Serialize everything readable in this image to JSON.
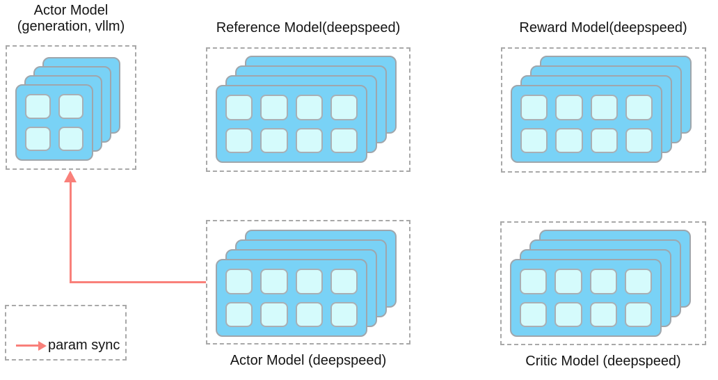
{
  "models": [
    {
      "id": "actor-vllm",
      "label_lines": [
        "Actor Model",
        "(generation, vllm)"
      ],
      "label_position": "top",
      "num_cards": 4,
      "grid_rows": 2,
      "grid_cols": 2
    },
    {
      "id": "reference",
      "label_lines": [
        "Reference Model(deepspeed)"
      ],
      "label_position": "top",
      "num_cards": 4,
      "grid_rows": 2,
      "grid_cols": 4
    },
    {
      "id": "reward",
      "label_lines": [
        "Reward Model(deepspeed)"
      ],
      "label_position": "top",
      "num_cards": 4,
      "grid_rows": 2,
      "grid_cols": 4
    },
    {
      "id": "actor-deepspeed",
      "label_lines": [
        "Actor Model (deepspeed)"
      ],
      "label_position": "bottom",
      "num_cards": 4,
      "grid_rows": 2,
      "grid_cols": 4
    },
    {
      "id": "critic",
      "label_lines": [
        "Critic Model (deepspeed)"
      ],
      "label_position": "bottom",
      "num_cards": 4,
      "grid_rows": 2,
      "grid_cols": 4
    }
  ],
  "legend": {
    "arrow_label": "param sync"
  },
  "connections": [
    {
      "from": "actor-deepspeed",
      "to": "actor-vllm",
      "type": "param sync"
    }
  ],
  "colors": {
    "card_fill": "#79D2F6",
    "card_border": "#9FA6AC",
    "cell_fill": "#D5FBFC",
    "cell_border": "#A9AFB4",
    "box_border": "#A8A8A8",
    "arrow": "#F9807A",
    "text": "#141414",
    "bg": "#FFFFFF"
  }
}
